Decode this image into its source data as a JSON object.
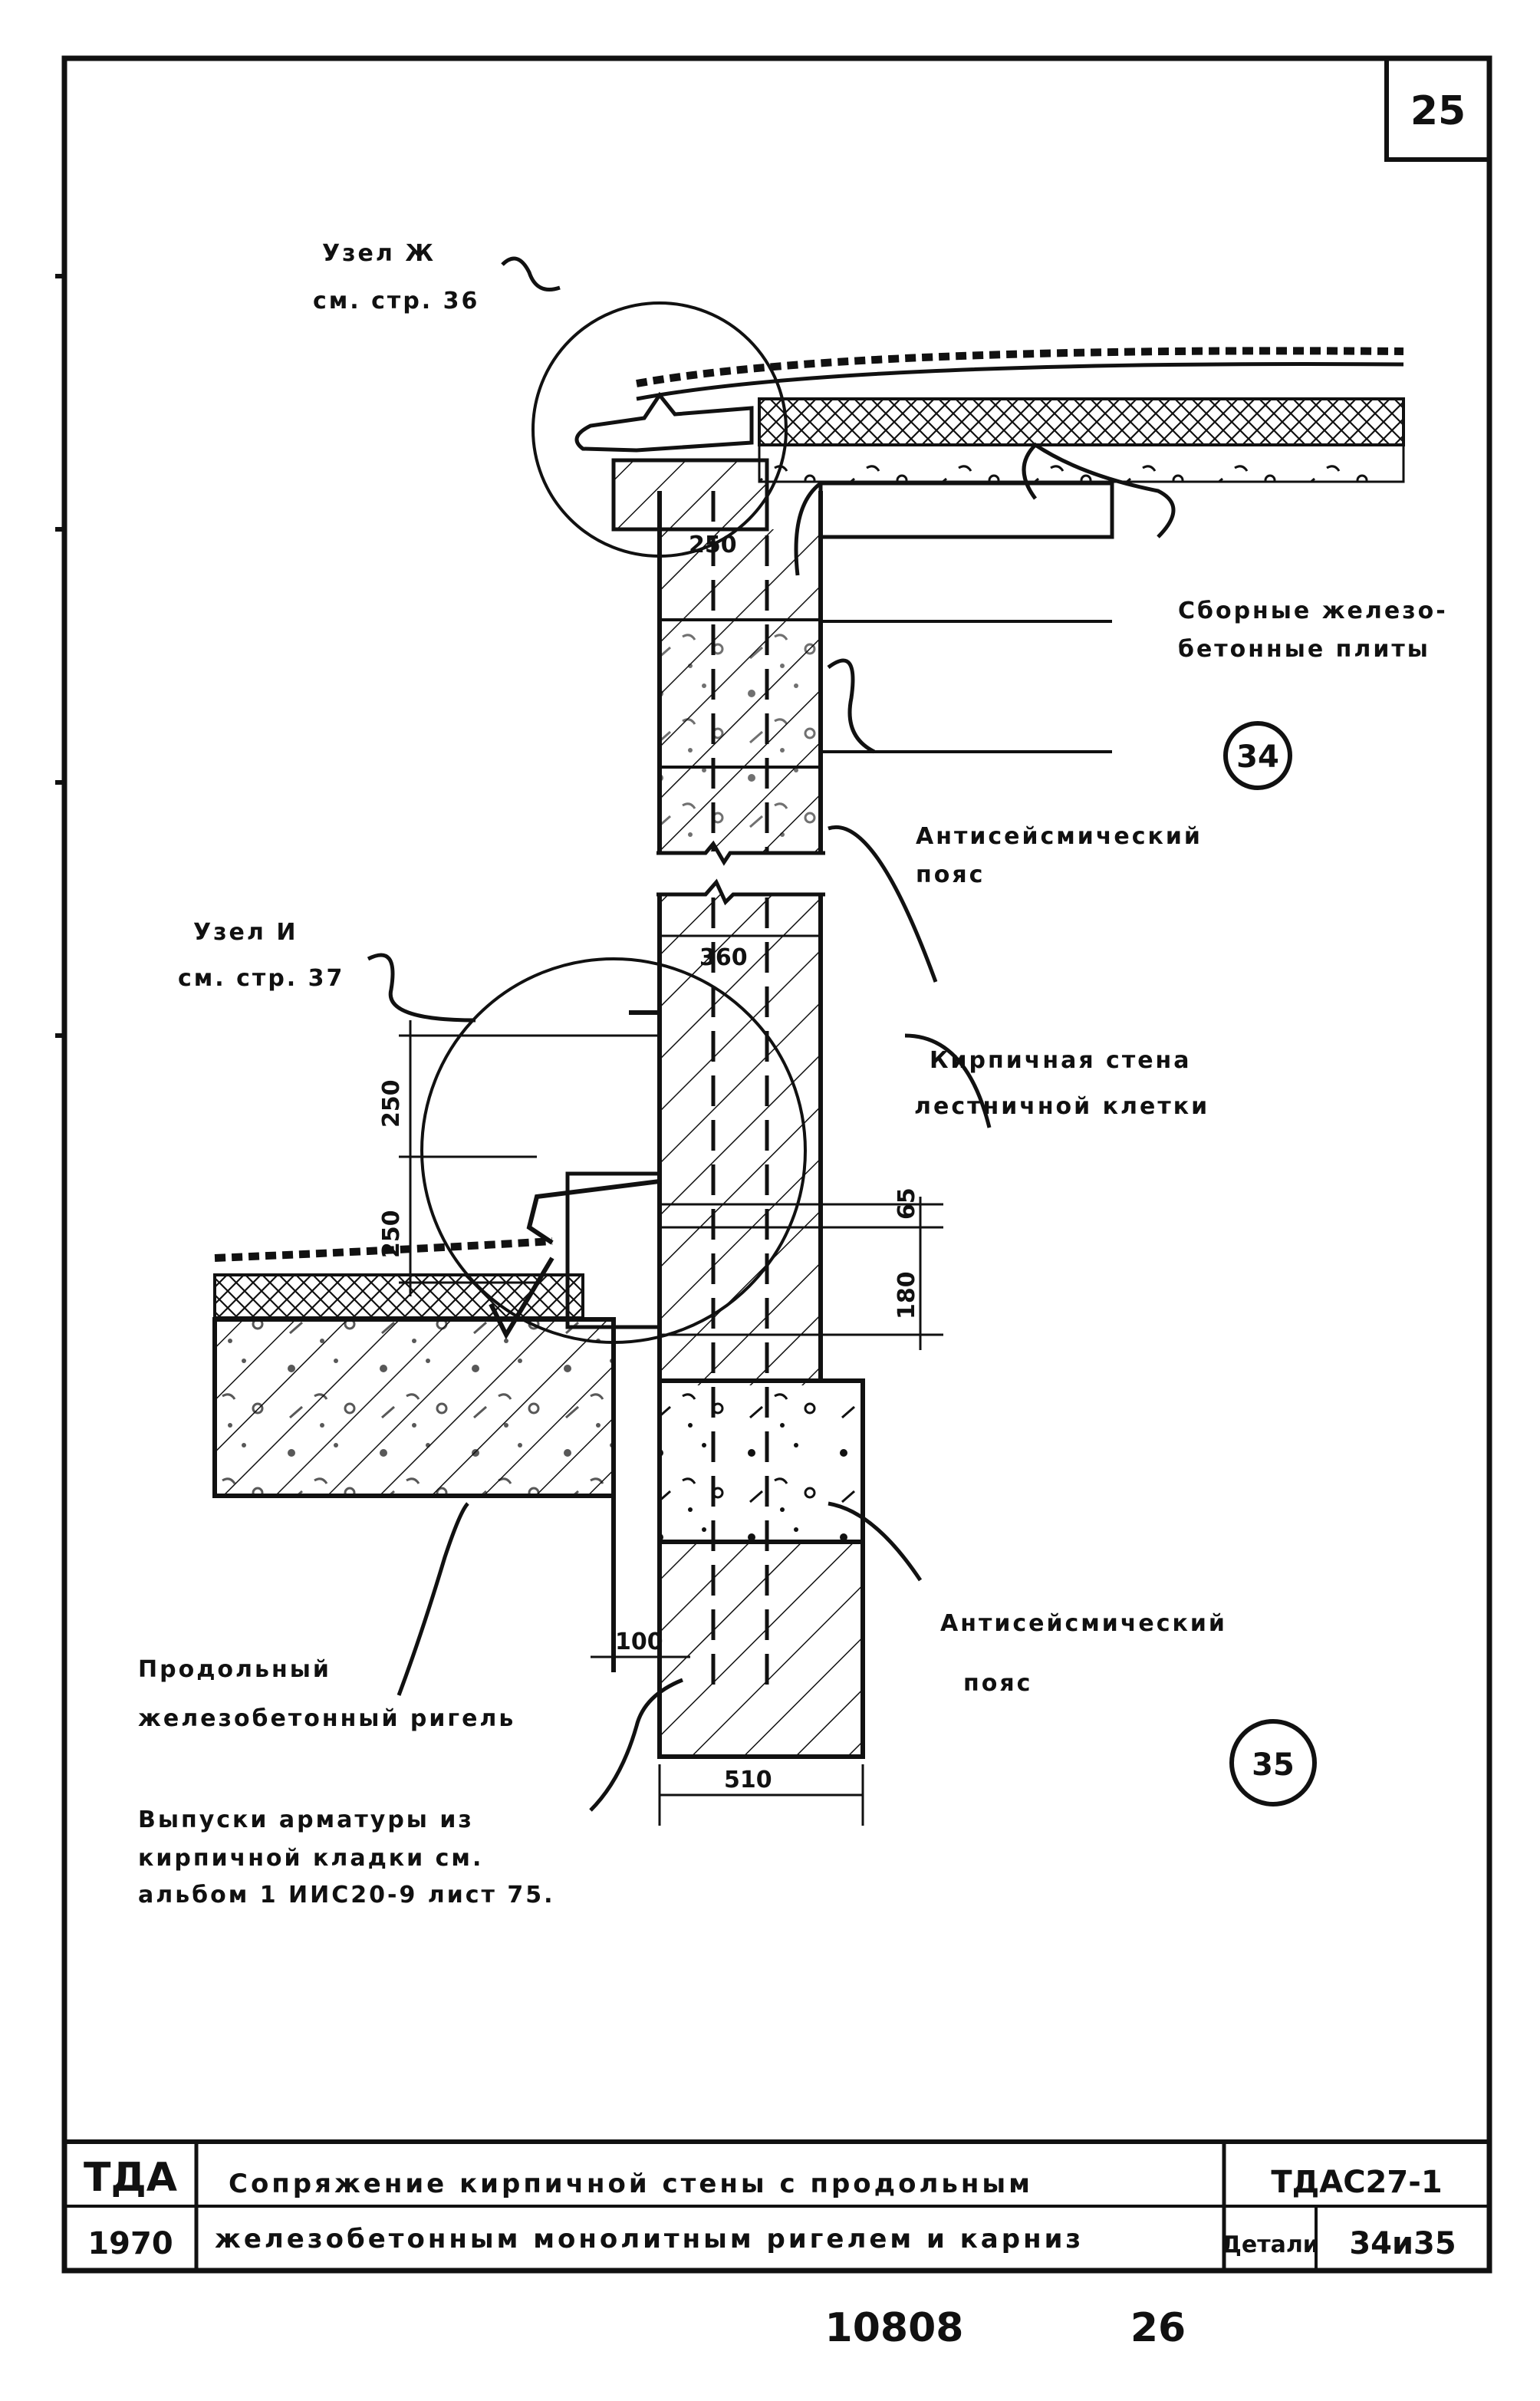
{
  "sheet_number": "25",
  "labels": {
    "node_zh_1": "Узел Ж",
    "node_zh_2": "см. стр. 36",
    "precast_1": "Сборные железо-",
    "precast_2": "бетонные плиты",
    "detail_34": "34",
    "seismic_belt_top_1": "Антисейсмический",
    "seismic_belt_top_2": "пояс",
    "node_i_1": "Узел И",
    "node_i_2": "см. стр. 37",
    "brick_wall_1": "Кирпичная стена",
    "brick_wall_2": "лестничной клетки",
    "seismic_belt_bottom_1": "Антисейсмический",
    "seismic_belt_bottom_2": "пояс",
    "girder_1": "Продольный",
    "girder_2": "железобетонный ригель",
    "rebar_note_1": "Выпуски арматуры из",
    "rebar_note_2": "кирпичной кладки см.",
    "rebar_note_3": "альбом 1 ИИС20-9 лист 75.",
    "detail_35": "35"
  },
  "dimensions": {
    "d250_top": "250",
    "d250_bottom": "250",
    "d360": "360",
    "d65": "65",
    "d180": "180",
    "d100": "100",
    "d510": "510",
    "d250_roof": "250"
  },
  "title_block": {
    "org": "ТДА",
    "year": "1970",
    "title_line_1": "Сопряжение кирпичной стены с продольным",
    "title_line_2": "железобетонным монолитным ригелем и карниз",
    "code": "ТДАС27-1",
    "details_label": "Детали",
    "details_value": "34и35"
  },
  "footer": {
    "inventory_number": "10808",
    "page": "26"
  }
}
